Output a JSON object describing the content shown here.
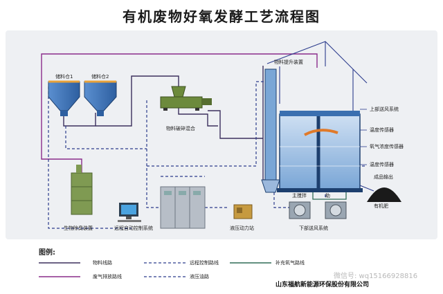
{
  "title": "有机废物好氧发酵工艺流程图",
  "components": {
    "silo1": "储料仓1",
    "silo2": "储料仓2",
    "crusher": "物料破碎混合",
    "lift": "物料提升装置",
    "upper_fan": "上部送风系统",
    "temp_sensor": "温度传感器",
    "oxygen_sensor": "氧气浓度传感器",
    "temp_sensor_2": "温度传感器",
    "fertilizer_out": "成品输出",
    "fertilizer": "有机肥",
    "deodorizer": "生物除臭装置",
    "control": "远程自动控制系统",
    "hydraulic": "液压动力站",
    "lower_fan": "下部送风系统",
    "stir_main": "主搅拌",
    "aux": "助"
  },
  "legend": {
    "title": "图例:",
    "material": "物料线路",
    "remote": "远程控制路线",
    "oxygen": "补充氧气路线",
    "exhaust": "废气排放路线",
    "hydraulic": "液压油路"
  },
  "colors": {
    "material": "#3b2f5c",
    "remote": "#2b3b8c",
    "oxygen": "#2f6b55",
    "exhaust": "#8a2b8a",
    "hydraulic": "#2b3b8c",
    "equipment": "#3a6fb0",
    "accent": "#e8a23a"
  },
  "company": "山东福航新能源环保股份有限公司",
  "watermark": "微信号: wq15166928816"
}
